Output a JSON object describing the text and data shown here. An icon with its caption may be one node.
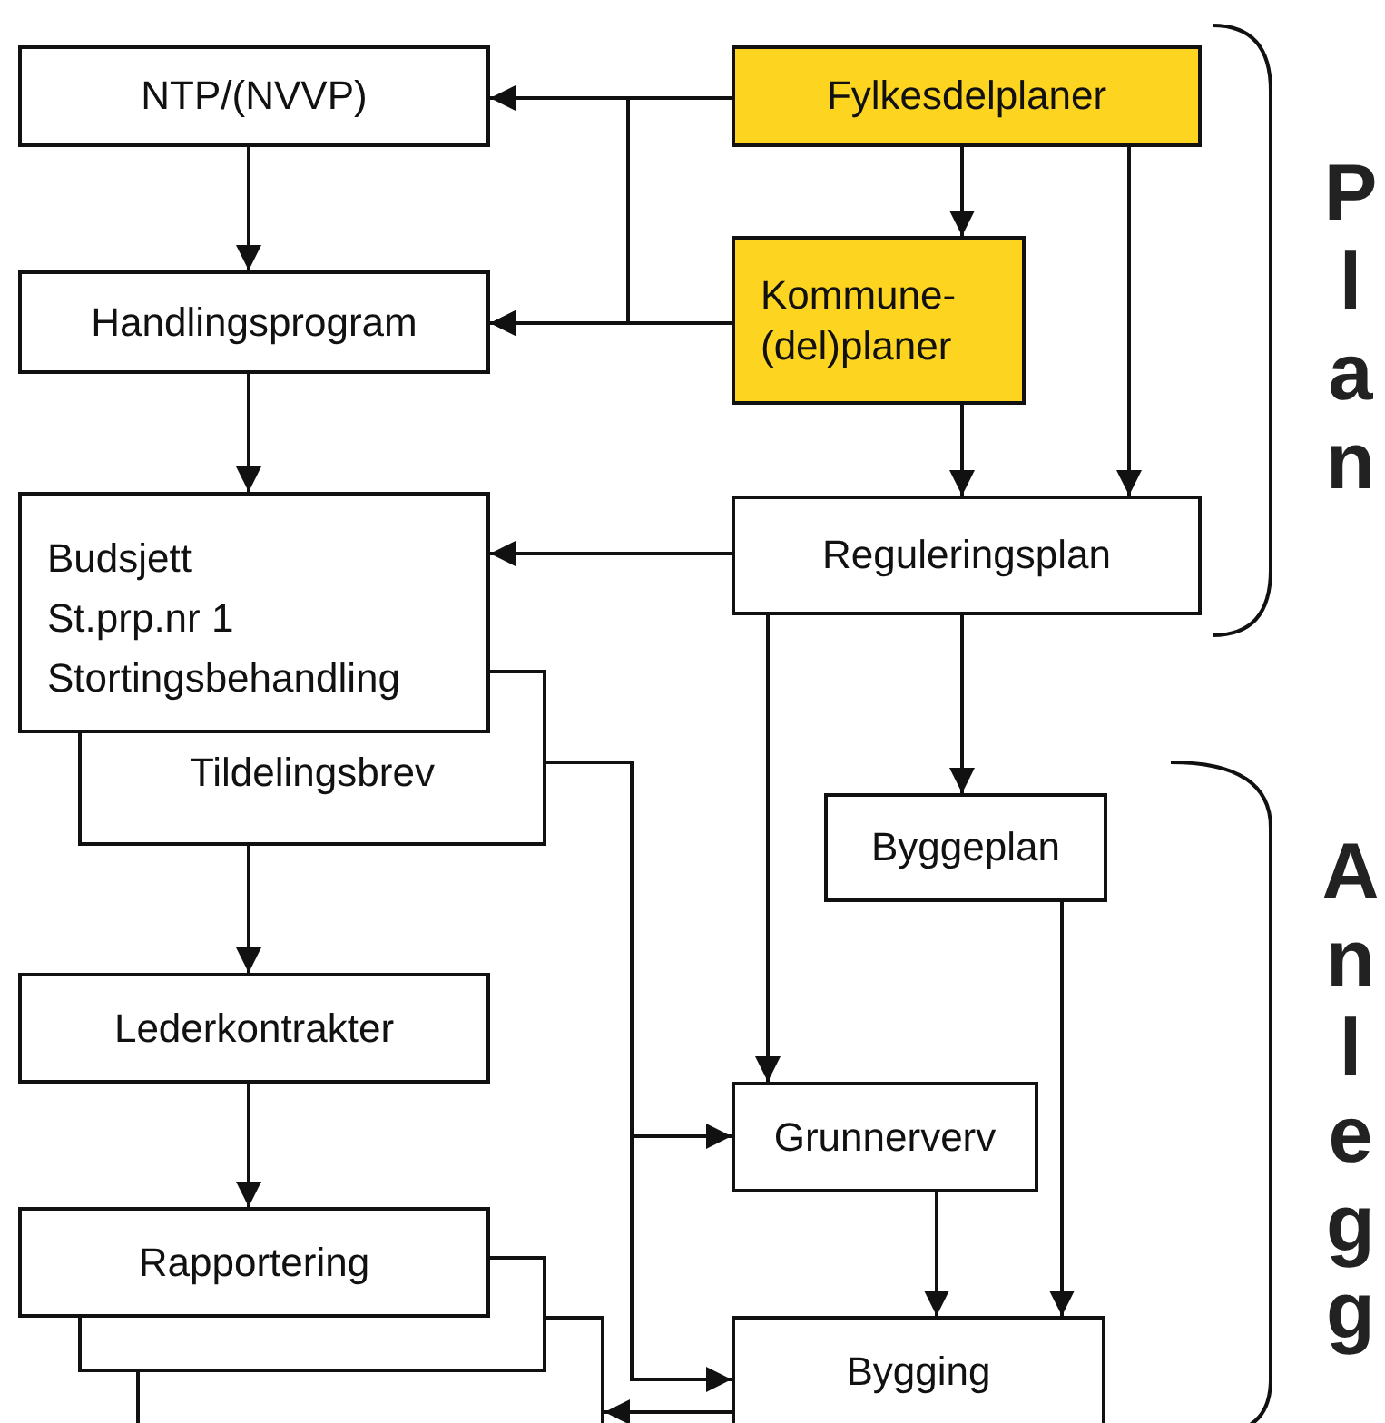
{
  "diagram": {
    "nodes": [
      {
        "text": [
          "NTP/(NVVP)"
        ]
      },
      {
        "text": [
          "Fylkesdelplaner"
        ]
      },
      {
        "text": [
          "Handlingsprogram"
        ]
      },
      {
        "text": [
          "Kommune- (del)planer"
        ]
      },
      {
        "text": [
          "Budsjett",
          "St.prp.nr 1",
          "Stortingsbehandling"
        ]
      },
      {
        "text": [
          "Reguleringsplan"
        ]
      },
      {
        "text": [
          "Tildelingsbrev"
        ]
      },
      {
        "text": [
          "Byggeplan"
        ]
      },
      {
        "text": [
          "Lederkontrakter"
        ]
      },
      {
        "text": [
          "Grunnerverv"
        ]
      },
      {
        "text": [
          "Rapportering"
        ]
      },
      {
        "text": [],
        "shape": "box"
      },
      {
        "text": [],
        "shape": "box"
      },
      {
        "text": [
          "Bygging"
        ]
      }
    ],
    "edges": [
      {
        "from": 1,
        "to": 0,
        "arrow": "to"
      },
      {
        "from": 1,
        "to": 2,
        "arrow": "to"
      },
      {
        "from": 3,
        "to": 2,
        "arrow": "to"
      },
      {
        "from": 0,
        "to": 2,
        "arrow": "to"
      },
      {
        "from": 2,
        "to": 4,
        "arrow": "to"
      },
      {
        "from": 1,
        "to": 3,
        "arrow": "to"
      },
      {
        "from": 1,
        "to": 5,
        "arrow": "to"
      },
      {
        "from": 3,
        "to": 5,
        "arrow": "to"
      },
      {
        "from": 5,
        "to": 4,
        "arrow": "to"
      },
      {
        "from": 5,
        "to": 9,
        "arrow": "to"
      },
      {
        "from": 5,
        "to": 7,
        "arrow": "to"
      },
      {
        "from": 6,
        "to": 8,
        "arrow": "to"
      },
      {
        "from": 8,
        "to": 10,
        "arrow": "to"
      },
      {
        "from": 6,
        "to": 9,
        "arrow": "to"
      },
      {
        "from": 6,
        "to": 13,
        "arrow": "to"
      },
      {
        "from": 9,
        "to": 13,
        "arrow": "to"
      },
      {
        "from": 7,
        "to": 13,
        "arrow": "to"
      },
      {
        "from": 13,
        "to": 12,
        "arrow": "to"
      }
    ],
    "labels": [
      "Plan",
      "Anlegg"
    ]
  }
}
